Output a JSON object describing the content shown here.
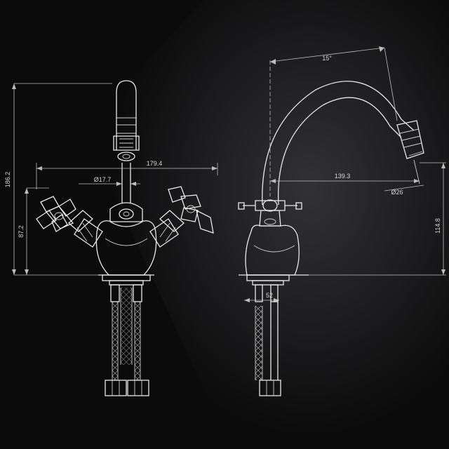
{
  "front_view": {
    "dimensions": {
      "total_height": "186.2",
      "handle_height": "87.2",
      "outlet_reach": "179.4",
      "outlet_diameter": "Ø17.7"
    }
  },
  "side_view": {
    "dimensions": {
      "swivel_angle": "15°",
      "spout_reach": "139.3",
      "aerator_diameter": "Ø26",
      "spout_height": "114.8",
      "shank_diameter": "52"
    }
  },
  "colors": {
    "background": "#0b0b0c",
    "highlight": "#3a3a3d",
    "line": "#e9e9e9"
  }
}
